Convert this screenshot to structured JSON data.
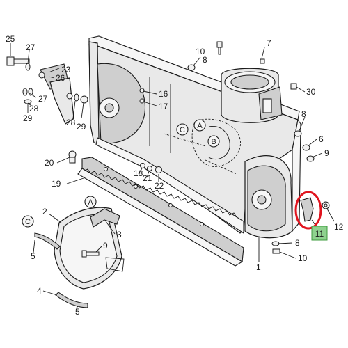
{
  "callouts": [
    {
      "id": "c25",
      "text": "25"
    },
    {
      "id": "c27a",
      "text": "27"
    },
    {
      "id": "c23",
      "text": "23"
    },
    {
      "id": "c26",
      "text": "26"
    },
    {
      "id": "c27b",
      "text": "27"
    },
    {
      "id": "c28a",
      "text": "28"
    },
    {
      "id": "c29a",
      "text": "29"
    },
    {
      "id": "c28b",
      "text": "28"
    },
    {
      "id": "c29b",
      "text": "29"
    },
    {
      "id": "c10a",
      "text": "10"
    },
    {
      "id": "c8a",
      "text": "8"
    },
    {
      "id": "c7",
      "text": "7"
    },
    {
      "id": "c16",
      "text": "16"
    },
    {
      "id": "c17",
      "text": "17"
    },
    {
      "id": "c30",
      "text": "30"
    },
    {
      "id": "c8b",
      "text": "8"
    },
    {
      "id": "c6",
      "text": "6"
    },
    {
      "id": "c9a",
      "text": "9"
    },
    {
      "id": "c20",
      "text": "20"
    },
    {
      "id": "c18",
      "text": "18"
    },
    {
      "id": "c21",
      "text": "21"
    },
    {
      "id": "c22",
      "text": "22"
    },
    {
      "id": "c19",
      "text": "19"
    },
    {
      "id": "c2",
      "text": "2"
    },
    {
      "id": "c3",
      "text": "3"
    },
    {
      "id": "c5a",
      "text": "5"
    },
    {
      "id": "c9b",
      "text": "9"
    },
    {
      "id": "c4",
      "text": "4"
    },
    {
      "id": "c5b",
      "text": "5"
    },
    {
      "id": "c1",
      "text": "1"
    },
    {
      "id": "c12",
      "text": "12"
    },
    {
      "id": "c8c",
      "text": "8"
    },
    {
      "id": "c10b",
      "text": "10"
    }
  ],
  "circle_refs": [
    {
      "id": "C1",
      "text": "C"
    },
    {
      "id": "A1",
      "text": "A"
    },
    {
      "id": "B1",
      "text": "B"
    },
    {
      "id": "A2",
      "text": "A"
    },
    {
      "id": "C2",
      "text": "C"
    }
  ],
  "highlight": {
    "label": "11",
    "ring_color": "#e0141e",
    "box_fill": "#8fd18f",
    "box_stroke": "#3d9b3d"
  }
}
